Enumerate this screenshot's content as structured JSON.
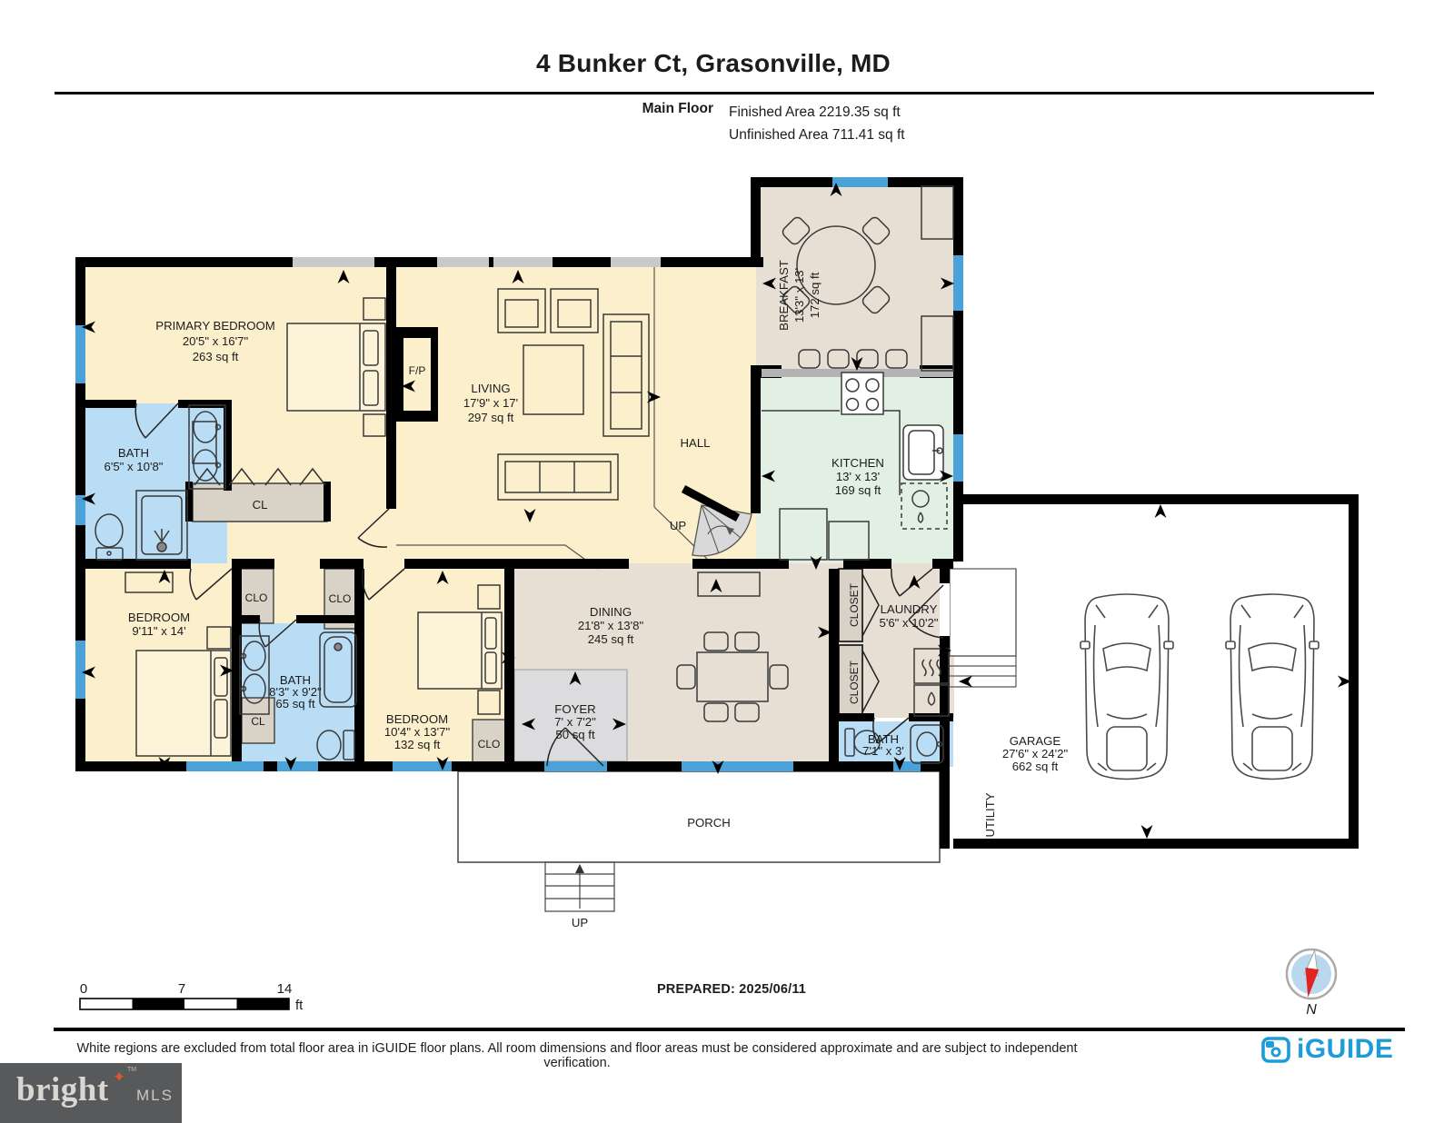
{
  "header": {
    "title": "4 Bunker Ct, Grasonville, MD",
    "floor_label": "Main Floor",
    "finished_area": "Finished Area 2219.35 sq ft",
    "unfinished_area": "Unfinished Area 711.41 sq ft"
  },
  "plan": {
    "primary_bedroom": {
      "name": "PRIMARY BEDROOM",
      "dims": "20'5\" x 16'7\"",
      "area": "263 sq ft"
    },
    "primary_bath": {
      "name": "BATH",
      "dims": "6'5\" x 10'8\""
    },
    "living": {
      "name": "LIVING",
      "dims": "17'9\" x 17'",
      "area": "297 sq ft"
    },
    "hall": {
      "name": "HALL"
    },
    "fireplace": {
      "name": "F/P"
    },
    "breakfast": {
      "name": "BREAKFAST",
      "dims": "13'3\" x 13'",
      "area": "172 sq ft"
    },
    "kitchen": {
      "name": "KITCHEN",
      "dims": "13' x 13'",
      "area": "169 sq ft"
    },
    "dining": {
      "name": "DINING",
      "dims": "21'8\" x 13'8\"",
      "area": "245 sq ft"
    },
    "foyer": {
      "name": "FOYER",
      "dims": "7' x 7'2\"",
      "area": "50 sq ft"
    },
    "bedroom_left": {
      "name": "BEDROOM",
      "dims": "9'11\" x 14'"
    },
    "bath_middle": {
      "name": "BATH",
      "dims": "8'3\" x 9'2\"",
      "area": "65 sq ft"
    },
    "bedroom_front": {
      "name": "BEDROOM",
      "dims": "10'4\" x 13'7\"",
      "area": "132 sq ft"
    },
    "laundry": {
      "name": "LAUNDRY",
      "dims": "5'6\" x 10'2\""
    },
    "bath_small": {
      "name": "BATH",
      "dims": "7'1\" x 3'"
    },
    "garage": {
      "name": "GARAGE",
      "dims": "27'6\" x 24'2\"",
      "area": "662 sq ft"
    },
    "utility": {
      "name": "UTILITY"
    },
    "porch": {
      "name": "PORCH"
    },
    "labels": {
      "cl": "CL",
      "clo": "CLO",
      "closet": "CLOSET",
      "up": "UP"
    }
  },
  "scalebar": {
    "zero": "0",
    "seven": "7",
    "fourteen": "14",
    "unit": "ft"
  },
  "prepared": "PREPARED: 2025/06/11",
  "compass": {
    "label": "N"
  },
  "footer": {
    "disclaimer": "White regions are excluded from total floor area in iGUIDE floor plans. All room dimensions and floor areas must be considered approximate and are subject to independent verification.",
    "iguide": "iGUIDE",
    "bright": "bright",
    "bright_tm": "TM",
    "mls": "MLS"
  },
  "colors": {
    "room_cream": "#fcefcc",
    "room_tan": "#e7dfd3",
    "room_mint": "#e2efe3",
    "room_blue": "#b9ddf4",
    "room_gray": "#dcdcde",
    "closet": "#d9d2c6",
    "window": "#4aa2d8",
    "wall": "#000000",
    "iguide_blue": "#1f9bd7",
    "bright_bg": "#58595b",
    "bright_star": "#e0562c"
  }
}
